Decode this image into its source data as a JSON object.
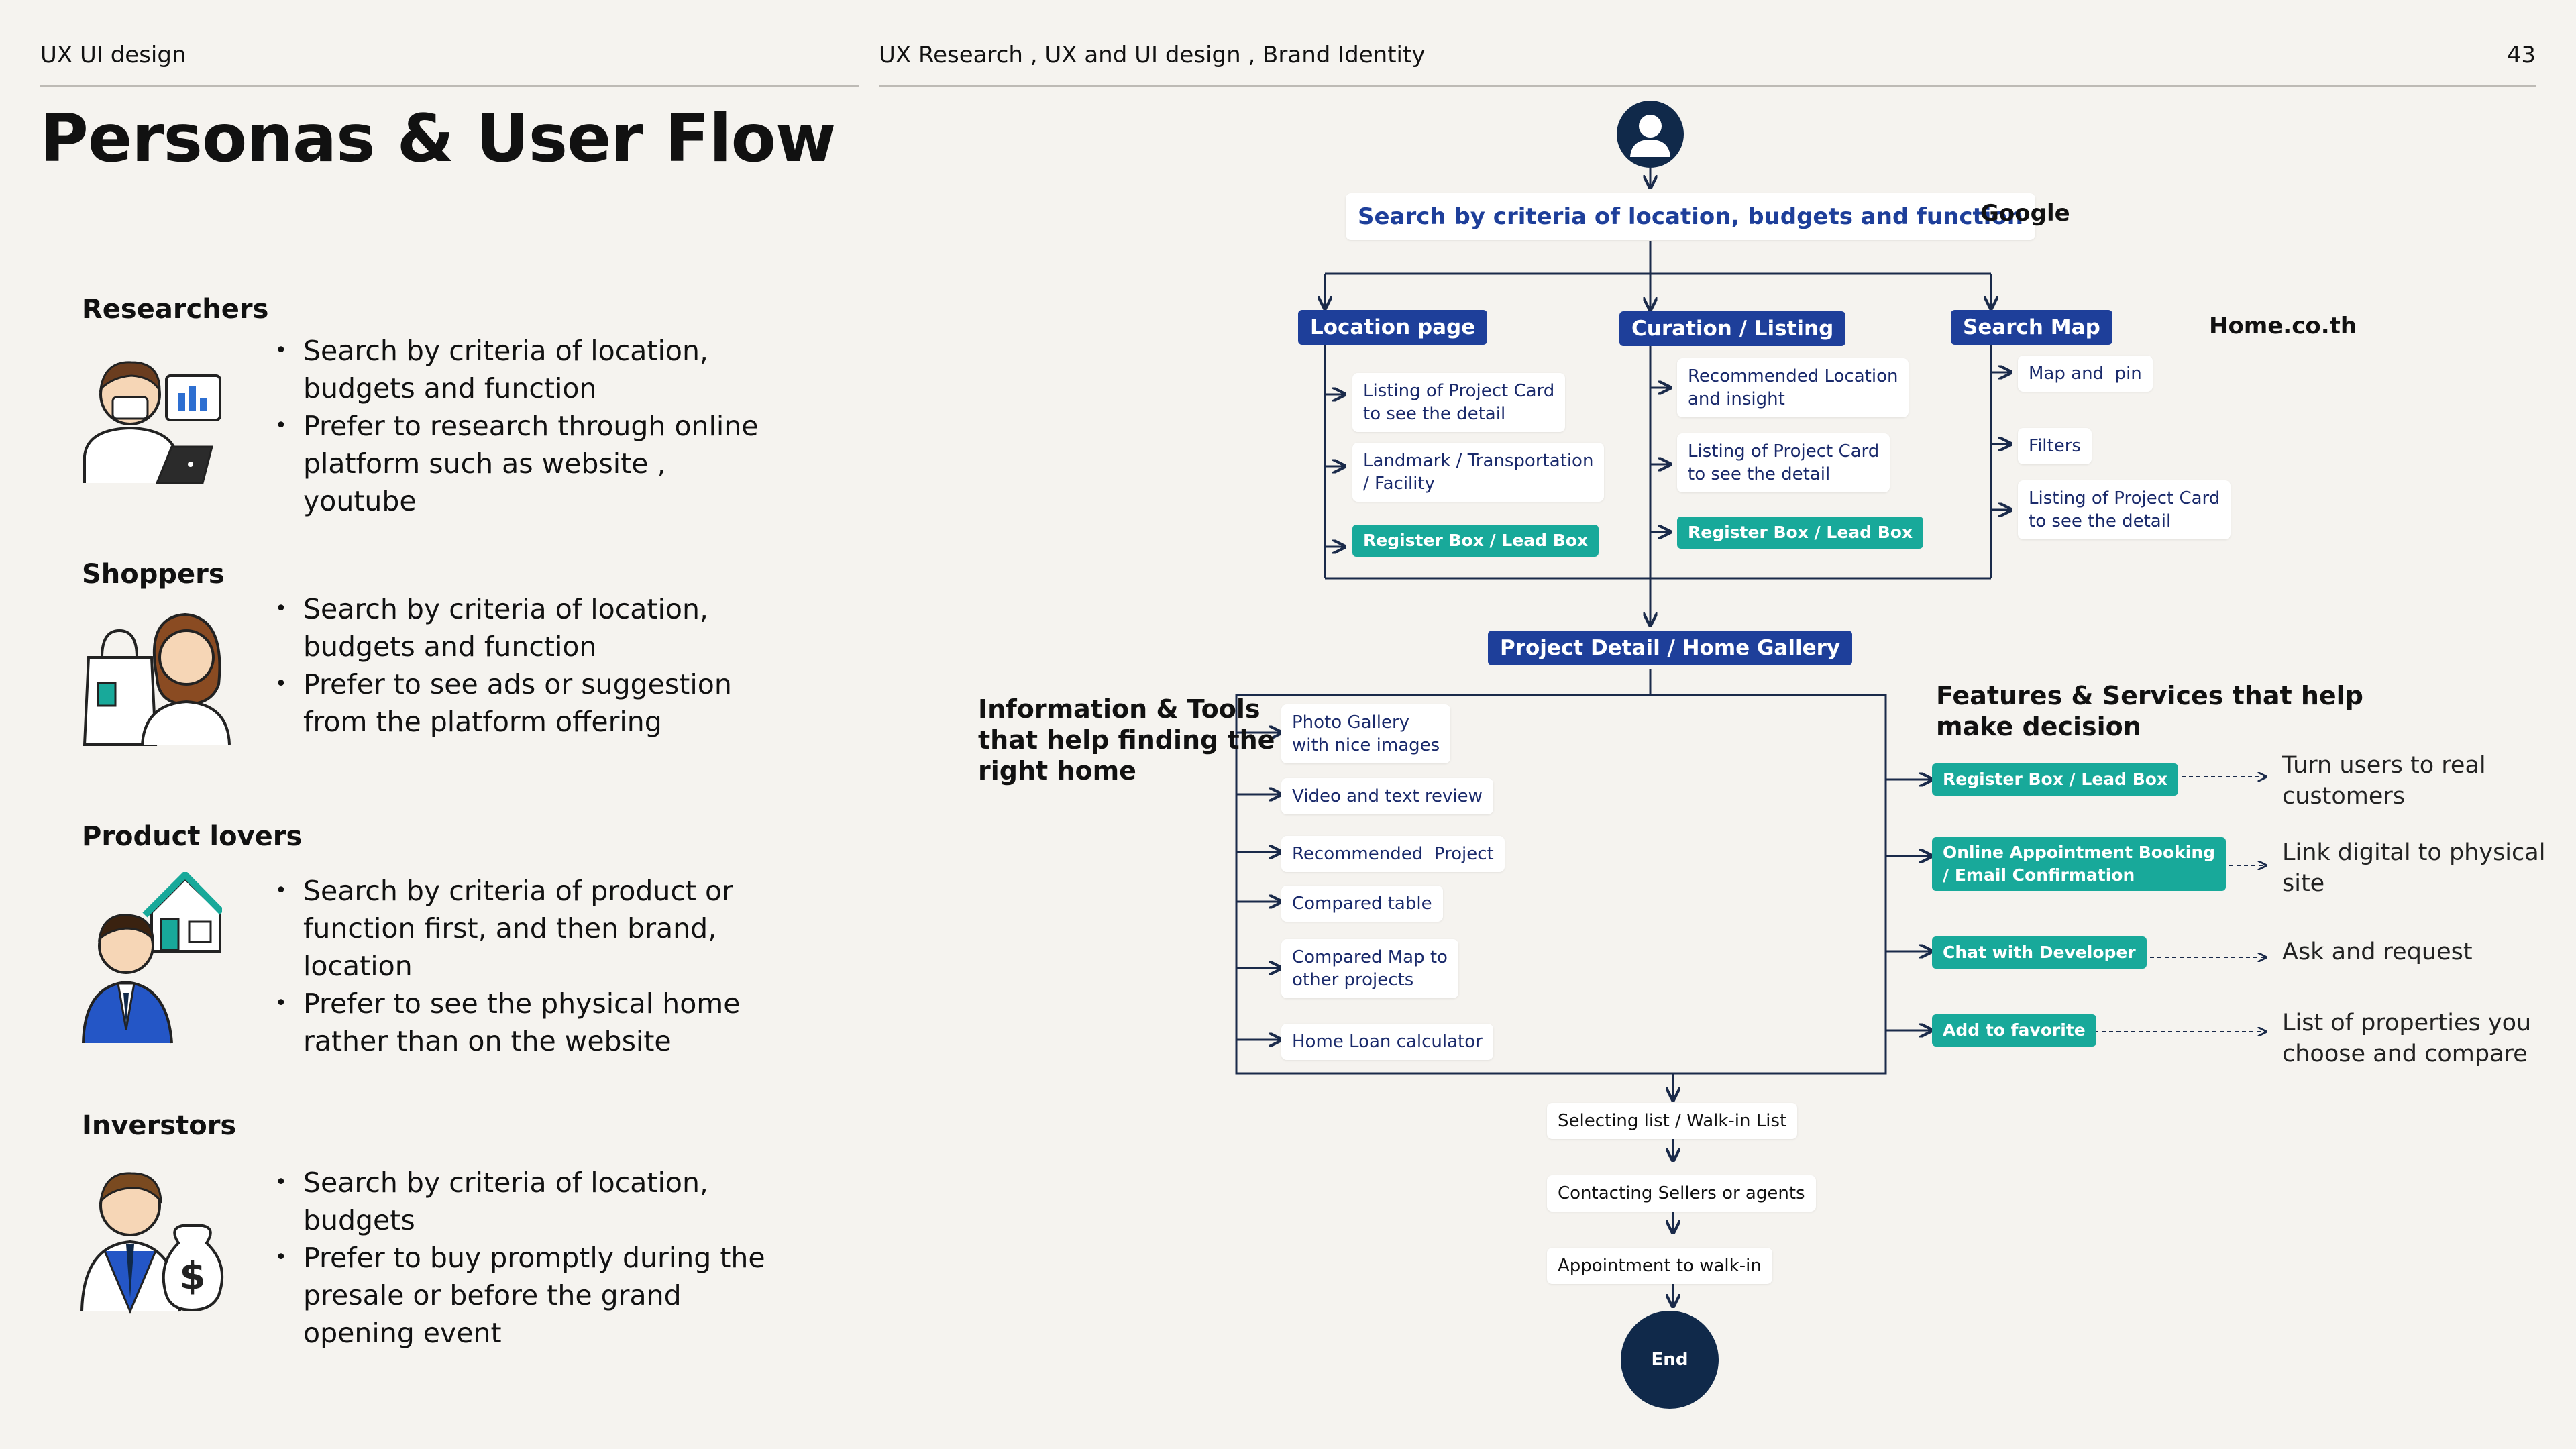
{
  "header": {
    "left": "UX UI design",
    "center": "UX Research , UX and UI design , Brand Identity",
    "page_number": "43"
  },
  "title": "Personas & User Flow",
  "personas": [
    {
      "name": "Researchers",
      "icon": "researcher-avatar-icon",
      "bullets": [
        "Search  by criteria of location, budgets and function",
        "Prefer to research through online platform such as website , youtube"
      ]
    },
    {
      "name": "Shoppers",
      "icon": "shopper-avatar-icon",
      "bullets": [
        "Search by criteria of location, budgets and function",
        "Prefer to see ads or suggestion from the platform offering"
      ]
    },
    {
      "name": "Product lovers",
      "icon": "product-lover-avatar-icon",
      "bullets": [
        "Search by criteria of product or function first, and then brand, location",
        "Prefer to see the physical home rather than on the website"
      ]
    },
    {
      "name": "Inverstors",
      "icon": "investor-avatar-icon",
      "bullets": [
        "Search  by criteria of location, budgets",
        "Prefer to buy promptly during the presale or before the grand opening event"
      ]
    }
  ],
  "flow": {
    "start_icon": "user-icon",
    "top_search": "Search  by criteria of location, budgets and function",
    "google": "Google",
    "home_co_th": "Home.co.th",
    "location_page": {
      "title": "Location page",
      "items": [
        "Listing of Project Card\nto see the detail",
        "Landmark / Transportation\n/ Facility"
      ],
      "cta": "Register Box / Lead Box"
    },
    "curation": {
      "title": "Curation / Listing",
      "items": [
        "Recommended Location\nand insight",
        "Listing of Project Card\nto see the detail"
      ],
      "cta": "Register Box / Lead Box"
    },
    "search_map": {
      "title": "Search Map",
      "items": [
        "Map and  pin",
        "Filters",
        "Listing of Project Card\nto see the detail"
      ]
    },
    "project_detail": "Project Detail /  Home Gallery",
    "info_tools_label": "Information & Tools\nthat help finding the\nright home",
    "info_tools": [
      "Photo Gallery\nwith nice images",
      "Video and text review",
      "Recommended  Project",
      "Compared table",
      "Compared Map to\nother projects",
      "Home Loan calculator"
    ],
    "features_label": "Features & Services that help\nmake decision",
    "features": [
      {
        "label": "Register Box / Lead Box",
        "note": "Turn users to real\ncustomers"
      },
      {
        "label": "Online Appointment Booking\n/ Email Confirmation",
        "note": "Link digital to physical\nsite"
      },
      {
        "label": "Chat with Developer",
        "note": "Ask and request"
      },
      {
        "label": "Add to favorite",
        "note": "List of properties you\nchoose and compare"
      }
    ],
    "steps": [
      "Selecting list / Walk-in List",
      "Contacting Sellers or agents",
      "Appointment to walk-in"
    ],
    "end": "End"
  },
  "colors": {
    "navy": "#1e3f9a",
    "teal": "#18a99a",
    "dark": "#10294a",
    "background": "#f5f3ef"
  }
}
